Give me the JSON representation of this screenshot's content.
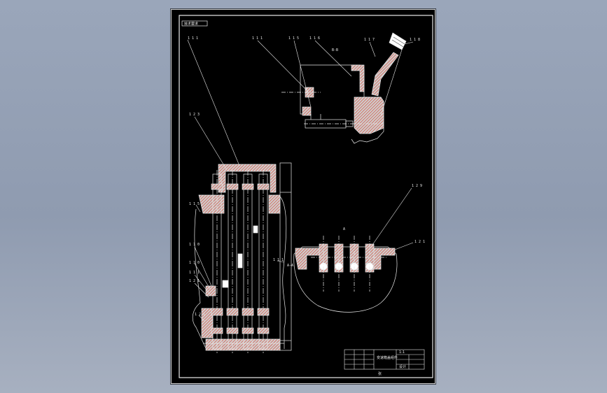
{
  "drawing": {
    "frame_tag": "技术要求",
    "part_labels": [
      "1 1 1",
      "1 2 3",
      "1 1 5",
      "1 1 6",
      "1 1 7",
      "1 1 8",
      "1 2 9",
      "1 1 0",
      "1 1 0",
      "1 1 1",
      "1 2 1",
      "1 2 1",
      "1 1 1"
    ],
    "view_labels": [
      "B-B",
      "A-A",
      "A"
    ],
    "title_block": {
      "part_name": "变速箱盖组件",
      "scale_label": "1:1",
      "sheet_label": "设计",
      "footer": "张"
    }
  },
  "colors": {
    "canvas": "#000000",
    "lines": "#e8e8e8",
    "hatch": "#ff5a4a",
    "shade": "#ffffff",
    "background": "#98a3b7"
  }
}
